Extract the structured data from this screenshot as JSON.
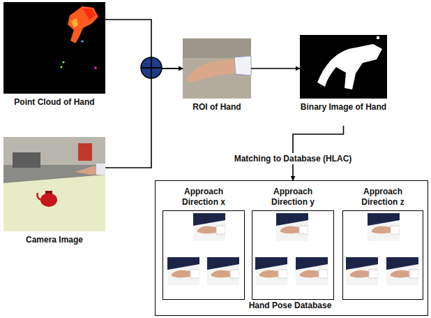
{
  "diagram": {
    "nodes": [
      {
        "text": [
          "Point Cloud of Hand"
        ]
      },
      {
        "text": [
          "Camera Image"
        ]
      },
      {
        "text": [
          "ROI of Hand"
        ]
      },
      {
        "text": [
          "Binary Image of Hand"
        ]
      },
      {
        "text": [
          "Hand Pose Database"
        ]
      },
      {
        "text": [
          "Approach Direction x"
        ],
        "in": 4
      },
      {
        "text": [
          "Approach Direction y"
        ],
        "in": 4
      },
      {
        "text": [
          "Approach Direction z"
        ],
        "in": 4
      }
    ],
    "edges": [
      {
        "from": 0,
        "to": 2,
        "arrow": "to"
      },
      {
        "from": 1,
        "to": 2,
        "arrow": "to"
      },
      {
        "from": 2,
        "to": 3,
        "arrow": "to"
      },
      {
        "from": 3,
        "to": 4,
        "arrow": "to",
        "label": "Matching to Database (HLAC)"
      }
    ]
  }
}
